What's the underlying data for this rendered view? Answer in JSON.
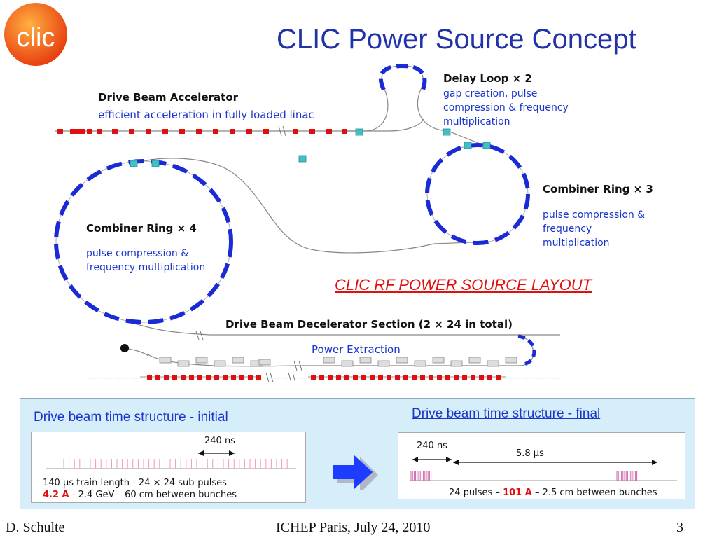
{
  "logo": {
    "text": "clic"
  },
  "title": "CLIC Power Source Concept",
  "drive_beam_accelerator": {
    "label": "Drive Beam Accelerator",
    "description": "efficient acceleration in fully loaded linac"
  },
  "delay_loop": {
    "label": "Delay Loop",
    "multiplier": "× 2",
    "description": [
      "gap creation, pulse",
      "compression & frequency",
      "multiplication"
    ]
  },
  "combiner_ring_3": {
    "label": "Combiner Ring",
    "multiplier": "× 3",
    "description": [
      "pulse compression &",
      "frequency",
      "multiplication"
    ]
  },
  "combiner_ring_4": {
    "label": "Combiner Ring",
    "multiplier": "× 4",
    "description": [
      "pulse compression &",
      "frequency multiplication"
    ]
  },
  "layout_title": "CLIC RF POWER SOURCE LAYOUT",
  "decelerator": {
    "label": "Drive Beam Decelerator Section (2 × 24 in total)",
    "power_extraction": "Power Extraction"
  },
  "panel_initial": {
    "title": "Drive beam time structure - initial",
    "duration": "240 ns",
    "line1": "140 µs train length - 24 × 24 sub-pulses",
    "current": "4.2 A",
    "line2_rest": " - 2.4 GeV – 60 cm between bunches"
  },
  "panel_final": {
    "title": "Drive beam time structure - final",
    "duration": "240 ns",
    "gap": "5.8 µs",
    "line_start": "24 pulses – ",
    "current": "101 A",
    "line_end": " – 2.5 cm between bunches"
  },
  "footer": {
    "author": "D. Schulte",
    "event": "ICHEP Paris, July 24, 2010",
    "page": "3"
  },
  "colors": {
    "magnet_red": "#e01010",
    "ring_blue": "#1a2bd6",
    "cavity_cyan": "#40c0c8",
    "accent_blue": "#1a35cc",
    "logo_orange": "#f05a1a"
  }
}
